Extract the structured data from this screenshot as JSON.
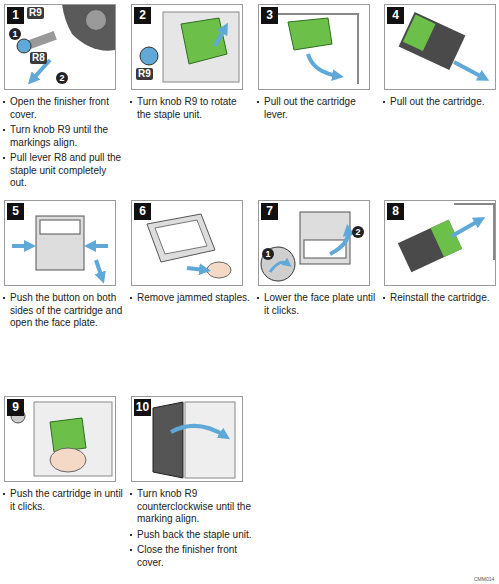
{
  "diagram": {
    "nodes": [
      {
        "text": [
          "1",
          "Open the finisher front cover.",
          "Turn knob R9 until the markings align.",
          "Pull lever R8 and pull the staple unit completely out."
        ]
      },
      {
        "text": [
          "2",
          "Turn knob R9 to rotate the staple unit."
        ]
      },
      {
        "text": [
          "3",
          "Pull out the cartridge lever."
        ]
      },
      {
        "text": [
          "4",
          "Pull out the cartridge."
        ]
      },
      {
        "text": [
          "5",
          "Push the button on both sides of the cartridge and open the face plate."
        ]
      },
      {
        "text": [
          "6",
          "Remove jammed staples."
        ]
      },
      {
        "text": [
          "7",
          "Lower the face plate until it clicks."
        ]
      },
      {
        "text": [
          "8",
          "Reinstall the cartridge."
        ]
      },
      {
        "text": [
          "9",
          "Push the cartridge in until it clicks."
        ]
      },
      {
        "text": [
          "10",
          "Turn knob R9 counterclockwise until the marking align.",
          "Push back the staple unit.",
          "Close the finisher front cover."
        ]
      }
    ],
    "labels": [
      "R9",
      "1",
      "R8",
      "2",
      "R9",
      "1",
      "2",
      "CMM014"
    ]
  }
}
